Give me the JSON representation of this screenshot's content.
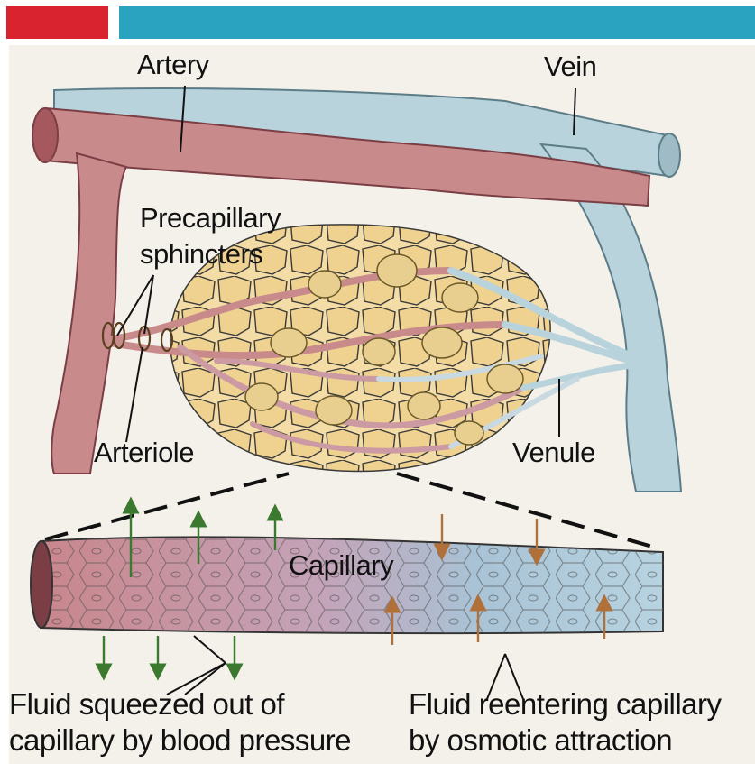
{
  "header": {
    "accent_colors": {
      "left_bar": "#d9232f",
      "right_bar": "#2aa3c0"
    }
  },
  "labels": {
    "artery": "Artery",
    "vein": "Vein",
    "precapillary_line1": "Precapillary",
    "precapillary_line2": "sphincters",
    "arteriole": "Arteriole",
    "venule": "Venule",
    "capillary": "Capillary",
    "fluid_out_line1": "Fluid squeezed out of",
    "fluid_out_line2": "capillary by blood pressure",
    "fluid_in_line1": "Fluid reentering capillary",
    "fluid_in_line2": "by osmotic attraction"
  },
  "colors": {
    "artery": "#c98a8c",
    "artery_dark": "#9e5a5e",
    "vein": "#b9d3dc",
    "vein_dark": "#7fa3b0",
    "tissue": "#f2d89a",
    "tissue_line": "#3a3a3a"
  }
}
